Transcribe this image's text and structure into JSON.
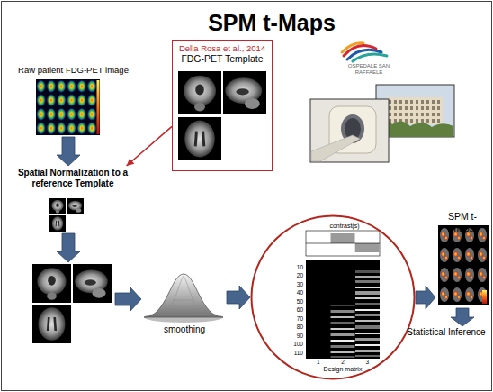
{
  "diagram": {
    "title": "SPM t-Maps",
    "nodes": [
      {
        "text": [
          "Raw patient FDG-PET image"
        ]
      },
      {
        "text": [
          "Della Rosa et al., 2014",
          "FDG-PET Template"
        ]
      },
      {
        "text": [
          "Spatial Normalization to a reference Template"
        ]
      },
      {
        "text": [
          "smoothing"
        ]
      },
      {
        "text": [
          "contrast(s)",
          "10",
          "20",
          "30",
          "40",
          "50",
          "60",
          "70",
          "80",
          "90",
          "100",
          "110",
          "1",
          "2",
          "3",
          "Design matrix"
        ]
      },
      {
        "text": [
          "SPM t-maps"
        ]
      },
      {
        "text": [
          "Statistical Inference"
        ]
      }
    ],
    "edges": [
      {
        "from": 0,
        "to": 2,
        "arrow": "to"
      },
      {
        "from": 1,
        "to": 2,
        "arrow": "to"
      },
      {
        "from": 3,
        "to": 4,
        "arrow": "to"
      },
      {
        "from": 4,
        "to": 5,
        "arrow": "to"
      },
      {
        "from": 5,
        "to": 6,
        "arrow": "to"
      }
    ],
    "labels": [
      "OSPEDALE SAN RAFFAELE"
    ]
  }
}
